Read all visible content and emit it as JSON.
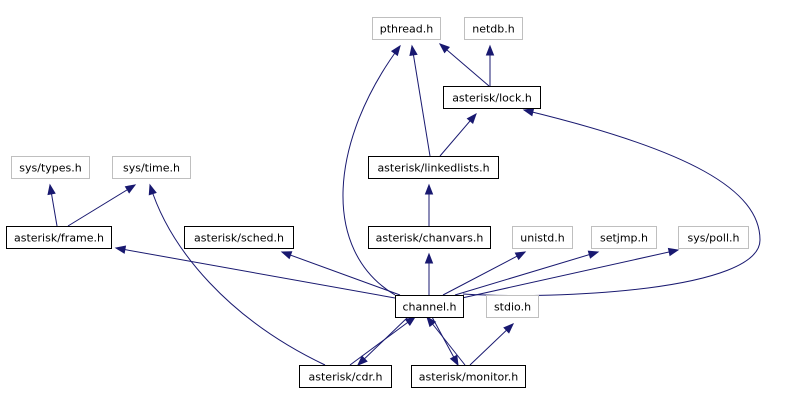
{
  "colors": {
    "edge": "#191970",
    "border_documented": "#000000",
    "border_undocumented": "#bfbfbf",
    "focus_fill": "#000000",
    "focus_text": "#ffffff"
  },
  "nodes": [
    {
      "id": "pthread",
      "label": "pthread.h",
      "documented": false
    },
    {
      "id": "netdb",
      "label": "netdb.h",
      "documented": false
    },
    {
      "id": "lock",
      "label": "asterisk/lock.h",
      "documented": true
    },
    {
      "id": "systypes",
      "label": "sys/types.h",
      "documented": false
    },
    {
      "id": "systime",
      "label": "sys/time.h",
      "documented": false
    },
    {
      "id": "linkedlists",
      "label": "asterisk/linkedlists.h",
      "documented": true
    },
    {
      "id": "frame",
      "label": "asterisk/frame.h",
      "documented": true
    },
    {
      "id": "sched",
      "label": "asterisk/sched.h",
      "documented": true
    },
    {
      "id": "chanvars",
      "label": "asterisk/chanvars.h",
      "documented": true
    },
    {
      "id": "unistd",
      "label": "unistd.h",
      "documented": false
    },
    {
      "id": "setjmp",
      "label": "setjmp.h",
      "documented": false
    },
    {
      "id": "syspoll",
      "label": "sys/poll.h",
      "documented": false
    },
    {
      "id": "channel",
      "label": "channel.h",
      "documented": true,
      "focus": true
    },
    {
      "id": "stdio",
      "label": "stdio.h",
      "documented": false
    },
    {
      "id": "cdr",
      "label": "asterisk/cdr.h",
      "documented": true
    },
    {
      "id": "monitor",
      "label": "asterisk/monitor.h",
      "documented": true
    }
  ],
  "edges": [
    {
      "from": "lock",
      "to": "pthread"
    },
    {
      "from": "lock",
      "to": "netdb"
    },
    {
      "from": "linkedlists",
      "to": "pthread"
    },
    {
      "from": "linkedlists",
      "to": "lock"
    },
    {
      "from": "frame",
      "to": "systypes"
    },
    {
      "from": "frame",
      "to": "systime"
    },
    {
      "from": "chanvars",
      "to": "linkedlists"
    },
    {
      "from": "channel",
      "to": "frame"
    },
    {
      "from": "channel",
      "to": "sched"
    },
    {
      "from": "channel",
      "to": "chanvars"
    },
    {
      "from": "channel",
      "to": "unistd"
    },
    {
      "from": "channel",
      "to": "setjmp"
    },
    {
      "from": "channel",
      "to": "syspoll"
    },
    {
      "from": "channel",
      "to": "pthread"
    },
    {
      "from": "channel",
      "to": "lock"
    },
    {
      "from": "cdr",
      "to": "channel"
    },
    {
      "from": "cdr",
      "to": "systime"
    },
    {
      "from": "monitor",
      "to": "channel"
    },
    {
      "from": "monitor",
      "to": "stdio"
    },
    {
      "from": "channel",
      "to": "cdr"
    },
    {
      "from": "channel",
      "to": "monitor"
    }
  ]
}
